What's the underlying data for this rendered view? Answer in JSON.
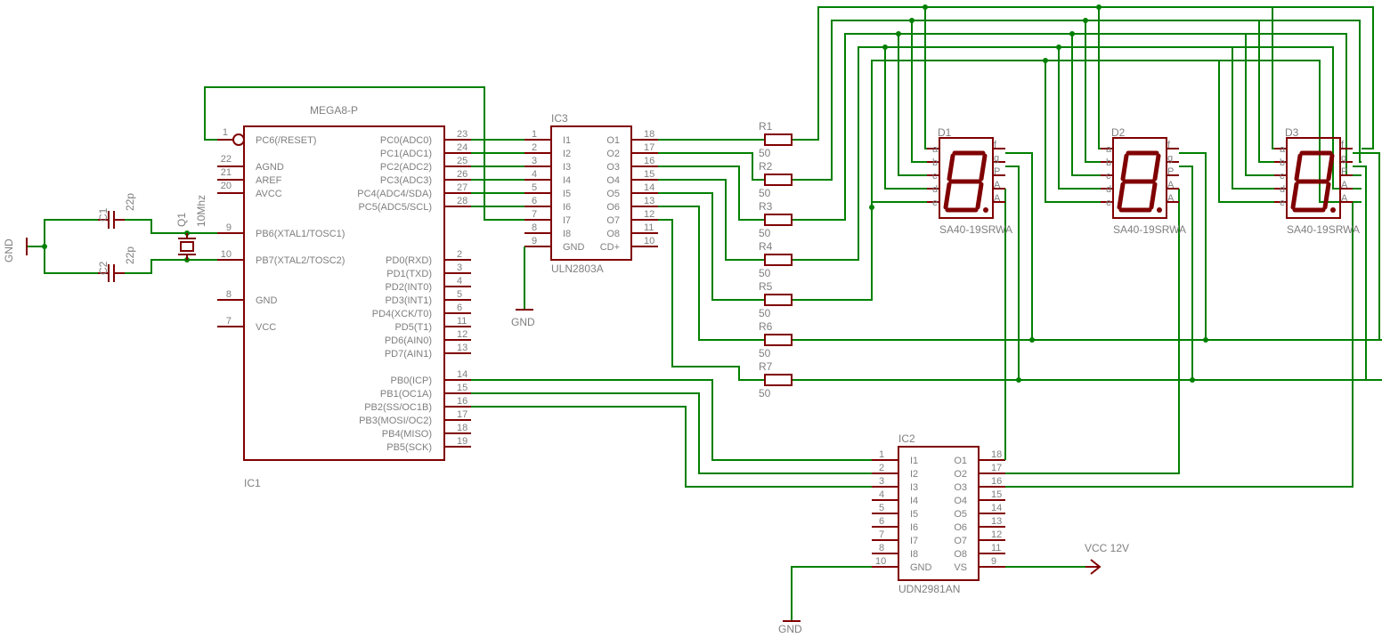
{
  "ic1": {
    "name": "IC1",
    "value": "MEGA8-P",
    "pins": [
      {
        "num": "1",
        "label": "PC6(/RESET)"
      },
      {
        "num": "22",
        "label": "AGND"
      },
      {
        "num": "21",
        "label": "AREF"
      },
      {
        "num": "20",
        "label": "AVCC"
      },
      {
        "num": "9",
        "label": "PB6(XTAL1/TOSC1)"
      },
      {
        "num": "10",
        "label": "PB7(XTAL2/TOSC2)"
      },
      {
        "num": "8",
        "label": "GND"
      },
      {
        "num": "7",
        "label": "VCC"
      },
      {
        "num": "23",
        "label": "PC0(ADC0)"
      },
      {
        "num": "24",
        "label": "PC1(ADC1)"
      },
      {
        "num": "25",
        "label": "PC2(ADC2)"
      },
      {
        "num": "26",
        "label": "PC3(ADC3)"
      },
      {
        "num": "27",
        "label": "PC4(ADC4/SDA)"
      },
      {
        "num": "28",
        "label": "PC5(ADC5/SCL)"
      },
      {
        "num": "2",
        "label": "PD0(RXD)"
      },
      {
        "num": "3",
        "label": "PD1(TXD)"
      },
      {
        "num": "4",
        "label": "PD2(INT0)"
      },
      {
        "num": "5",
        "label": "PD3(INT1)"
      },
      {
        "num": "6",
        "label": "PD4(XCK/T0)"
      },
      {
        "num": "11",
        "label": "PD5(T1)"
      },
      {
        "num": "12",
        "label": "PD6(AIN0)"
      },
      {
        "num": "13",
        "label": "PD7(AIN1)"
      },
      {
        "num": "14",
        "label": "PB0(ICP)"
      },
      {
        "num": "15",
        "label": "PB1(OC1A)"
      },
      {
        "num": "16",
        "label": "PB2(SS/OC1B)"
      },
      {
        "num": "17",
        "label": "PB3(MOSI/OC2)"
      },
      {
        "num": "18",
        "label": "PB4(MISO)"
      },
      {
        "num": "19",
        "label": "PB5(SCK)"
      }
    ]
  },
  "ic3": {
    "name": "IC3",
    "value": "ULN2803A",
    "pins": [
      {
        "num": "1",
        "label": "I1"
      },
      {
        "num": "2",
        "label": "I2"
      },
      {
        "num": "3",
        "label": "I3"
      },
      {
        "num": "4",
        "label": "I4"
      },
      {
        "num": "5",
        "label": "I5"
      },
      {
        "num": "6",
        "label": "I6"
      },
      {
        "num": "7",
        "label": "I7"
      },
      {
        "num": "8",
        "label": "I8"
      },
      {
        "num": "9",
        "label": "GND"
      },
      {
        "num": "18",
        "label": "O1"
      },
      {
        "num": "17",
        "label": "O2"
      },
      {
        "num": "16",
        "label": "O3"
      },
      {
        "num": "15",
        "label": "O4"
      },
      {
        "num": "14",
        "label": "O5"
      },
      {
        "num": "13",
        "label": "O6"
      },
      {
        "num": "12",
        "label": "O7"
      },
      {
        "num": "11",
        "label": "O8"
      },
      {
        "num": "10",
        "label": "CD+"
      }
    ]
  },
  "ic2": {
    "name": "IC2",
    "value": "UDN2981AN",
    "pins": [
      {
        "num": "1",
        "label": "I1"
      },
      {
        "num": "2",
        "label": "I2"
      },
      {
        "num": "3",
        "label": "I3"
      },
      {
        "num": "4",
        "label": "I4"
      },
      {
        "num": "5",
        "label": "I5"
      },
      {
        "num": "6",
        "label": "I6"
      },
      {
        "num": "7",
        "label": "I7"
      },
      {
        "num": "8",
        "label": "I8"
      },
      {
        "num": "10",
        "label": "GND"
      },
      {
        "num": "18",
        "label": "O1"
      },
      {
        "num": "17",
        "label": "O2"
      },
      {
        "num": "16",
        "label": "O3"
      },
      {
        "num": "15",
        "label": "O4"
      },
      {
        "num": "14",
        "label": "O5"
      },
      {
        "num": "13",
        "label": "O6"
      },
      {
        "num": "12",
        "label": "O7"
      },
      {
        "num": "11",
        "label": "O8"
      },
      {
        "num": "9",
        "label": "VS"
      }
    ]
  },
  "resistors": [
    {
      "name": "R1",
      "value": "50"
    },
    {
      "name": "R2",
      "value": "50"
    },
    {
      "name": "R3",
      "value": "50"
    },
    {
      "name": "R4",
      "value": "50"
    },
    {
      "name": "R5",
      "value": "50"
    },
    {
      "name": "R6",
      "value": "50"
    },
    {
      "name": "R7",
      "value": "50"
    }
  ],
  "displays": [
    {
      "name": "D1",
      "value": "SA40-19SRWA"
    },
    {
      "name": "D2",
      "value": "SA40-19SRWA"
    },
    {
      "name": "D3",
      "value": "SA40-19SRWA"
    }
  ],
  "display_pins": {
    "left": [
      "a",
      "b",
      "c",
      "d",
      "e"
    ],
    "right": [
      "f",
      "g",
      "P",
      "A",
      "A"
    ]
  },
  "c1": {
    "name": "C1",
    "value": "22p"
  },
  "c2": {
    "name": "C2",
    "value": "22p"
  },
  "q1": {
    "name": "Q1",
    "value": "10Mhz"
  },
  "gnd_label": "GND",
  "vcc_label": "VCC 12V",
  "colors": {
    "wire": "#008000",
    "part": "#800000",
    "text": "#7f7f7f"
  }
}
